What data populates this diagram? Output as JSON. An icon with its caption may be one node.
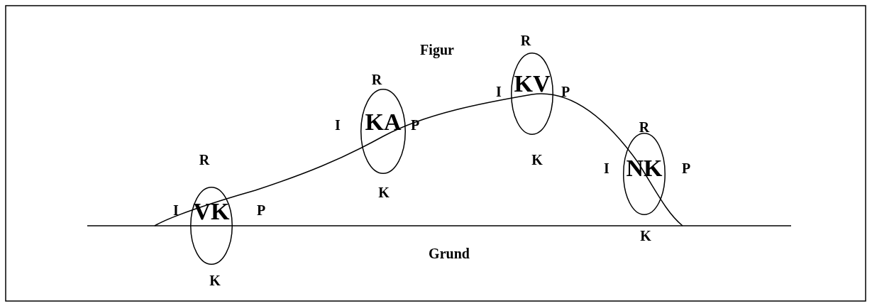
{
  "diagram": {
    "nodes": [
      {
        "text": [
          "VK"
        ],
        "beside": [
          "R",
          "I",
          "P",
          "K"
        ]
      },
      {
        "text": [
          "KA"
        ],
        "beside": [
          "R",
          "I",
          "P",
          "K"
        ]
      },
      {
        "text": [
          "KV"
        ],
        "beside": [
          "R",
          "I",
          "P",
          "K"
        ]
      },
      {
        "text": [
          "NK"
        ],
        "beside": [
          "R",
          "I",
          "P",
          "K"
        ]
      }
    ],
    "labels": [
      "Figur",
      "Grund"
    ]
  }
}
